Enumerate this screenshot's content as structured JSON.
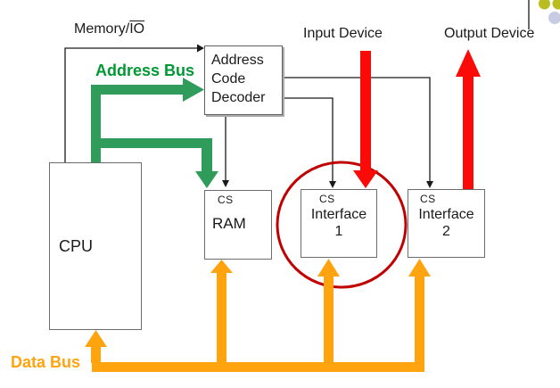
{
  "labels": {
    "memory_io_prefix": "Memory/",
    "memory_io_overline": "IO",
    "address_bus": "Address Bus",
    "input_device": "Input Device",
    "output_device": "Output Device",
    "data_bus": "Data Bus"
  },
  "boxes": {
    "decoder": {
      "lines": [
        "Address",
        "Code",
        "Decoder"
      ]
    },
    "cpu": {
      "label": "CPU"
    },
    "ram": {
      "cs": "CS",
      "label": "RAM"
    },
    "interface1": {
      "cs": "CS",
      "label": "Interface",
      "number": "1"
    },
    "interface2": {
      "cs": "CS",
      "label": "Interface",
      "number": "2"
    }
  },
  "colors": {
    "text": "#1a1a1a",
    "border": "#6b6b6b",
    "green_text": "#009933",
    "green_arrow": "#2F9C5C",
    "orange": "#FFA40E",
    "red": "#FB0B07",
    "circle": "#C00000",
    "olive": "#B9BD1F",
    "lavender": "#C9CBE3"
  }
}
